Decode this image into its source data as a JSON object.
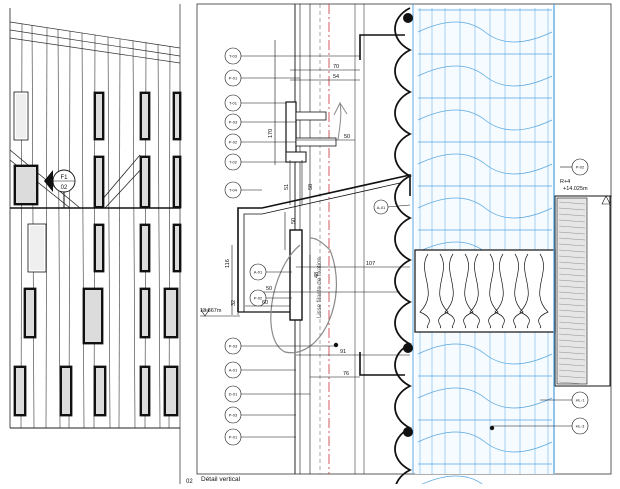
{
  "elevation": {
    "marker_id": "F1",
    "marker_sheet": "02"
  },
  "section": {
    "caption": "Détail vertical",
    "caption_number": "02",
    "tags": [
      "T-03",
      "P-01",
      "T-01",
      "P-03",
      "P-02",
      "T-02",
      "T-04",
      "A-01",
      "P-02",
      "P-03",
      "A-01",
      "D-01",
      "P-03",
      "P-01",
      "P-02",
      "HL-1",
      "HL-3",
      "HL-3"
    ],
    "callout": "A-01",
    "level_left": "13.867m",
    "level_right_name": "R+4",
    "level_right_value": "+14.025m",
    "vertical_note": "Lisse filante de fixation",
    "dimensions": {
      "d70": "70",
      "d54": "54",
      "d170": "170",
      "d50a": "50",
      "d51": "51",
      "d58": "58",
      "d50b": "50",
      "d116": "116",
      "d48": "48",
      "d107": "107",
      "d50c": "50",
      "d32": "32",
      "d60": "60",
      "d91": "91",
      "d76": "76"
    }
  },
  "colors": {
    "line": "#111111",
    "insulation_blue": "#5aa7e0",
    "axis_red": "#c8323c",
    "hatch": "#bdbdbd",
    "glass": "#d9d9d9"
  }
}
